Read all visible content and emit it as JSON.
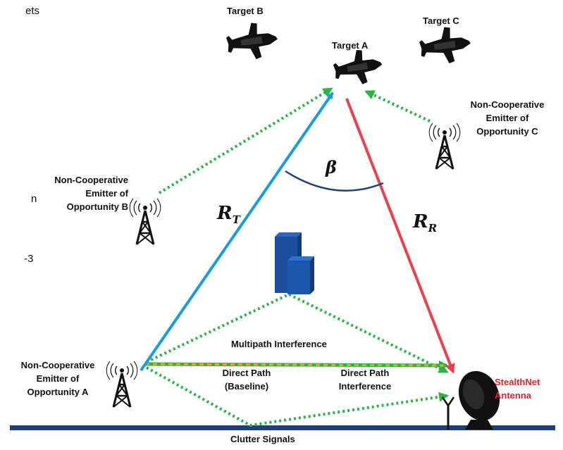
{
  "targets": {
    "a": "Target A",
    "b": "Target B",
    "c": "Target C"
  },
  "emitters": {
    "a": [
      "Non-Cooperative",
      "Emitter of",
      "Opportunity A"
    ],
    "b": [
      "Non-Cooperative",
      "Emitter of",
      "Opportunity B"
    ],
    "c": [
      "Non-Cooperative",
      "Emitter of",
      "Opportunity C"
    ]
  },
  "receiver": [
    "StealthNet",
    "Antenna"
  ],
  "paths": {
    "multipath": "Multipath Interference",
    "direct_baseline": [
      "Direct Path",
      "(Baseline)"
    ],
    "direct_interference": [
      "Direct Path",
      "Interference"
    ],
    "clutter": "Clutter Signals"
  },
  "math": {
    "beta": "β",
    "rt_base": "R",
    "rt_sub": "T",
    "rr_base": "R",
    "rr_sub": "R"
  },
  "edge_fragments": [
    "ets",
    "n",
    "-3"
  ],
  "colors": {
    "transmit_path": "#1a9be0",
    "receive_path": "#e8424c",
    "emitter_path": "#28b446",
    "direct_path_orange": "#f5a320",
    "angle_arc": "#1f3f7a",
    "ground": "#1f3f7a",
    "building": "#1b4f9e",
    "receiver_label": "#e8202a"
  },
  "icons": [
    "fighter-jet-icon",
    "radio-tower-icon",
    "building-icon",
    "dish-antenna-icon"
  ]
}
